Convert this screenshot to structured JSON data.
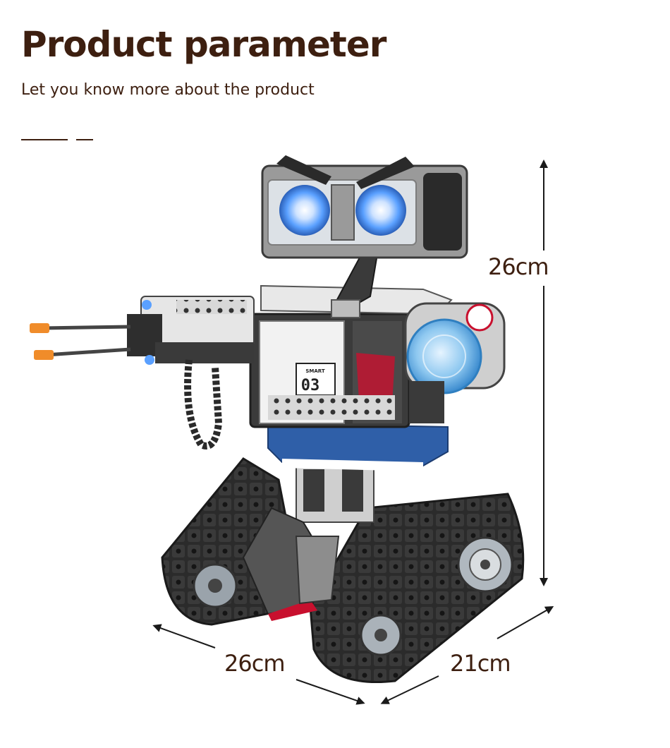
{
  "header": {
    "title": "Product parameter",
    "subtitle": "Let you know more about the product"
  },
  "dimensions": {
    "height": "26cm",
    "width": "26cm",
    "depth": "21cm"
  },
  "product": {
    "chest_number": "03",
    "chest_label": "SMART"
  },
  "colors": {
    "text": "#3d1f10",
    "eye_blue": "#5aa0ff",
    "accent_blue": "#2f5fa8",
    "accent_red": "#c8102e",
    "tread": "#2b2b2b",
    "grey": "#8a8a8a",
    "orange": "#f08c2a"
  }
}
